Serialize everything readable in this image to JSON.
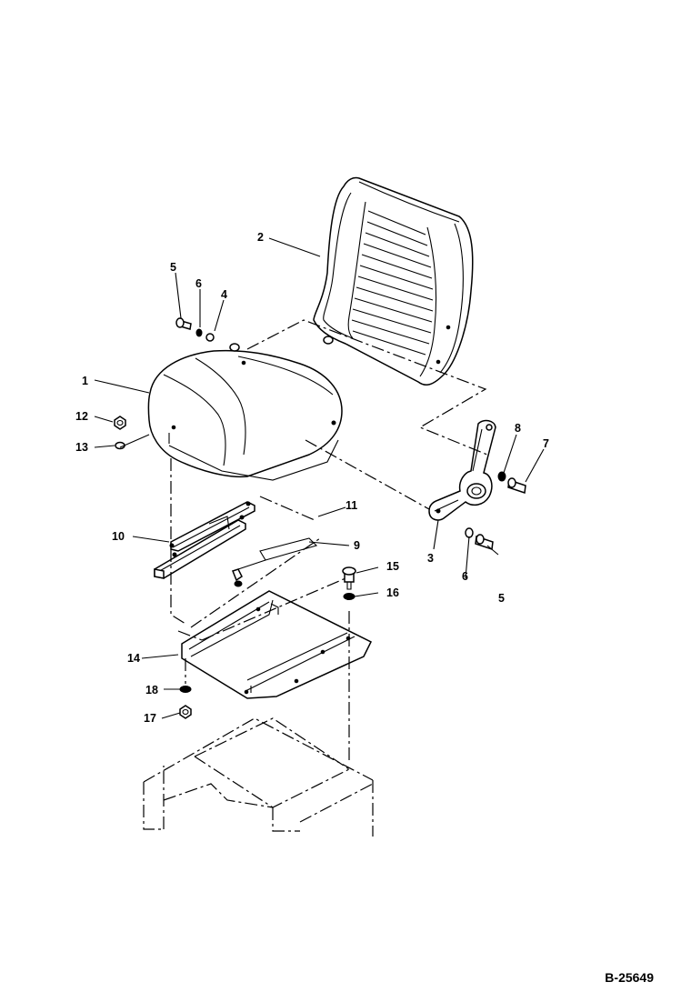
{
  "drawing_number": "B-25649",
  "callouts": [
    {
      "id": "c1",
      "label": "1"
    },
    {
      "id": "c2",
      "label": "2"
    },
    {
      "id": "c3",
      "label": "3"
    },
    {
      "id": "c4",
      "label": "4"
    },
    {
      "id": "c5a",
      "label": "5"
    },
    {
      "id": "c5b",
      "label": "5"
    },
    {
      "id": "c6a",
      "label": "6"
    },
    {
      "id": "c6b",
      "label": "6"
    },
    {
      "id": "c7",
      "label": "7"
    },
    {
      "id": "c8",
      "label": "8"
    },
    {
      "id": "c9",
      "label": "9"
    },
    {
      "id": "c10",
      "label": "10"
    },
    {
      "id": "c11",
      "label": "11"
    },
    {
      "id": "c12",
      "label": "12"
    },
    {
      "id": "c13",
      "label": "13"
    },
    {
      "id": "c14",
      "label": "14"
    },
    {
      "id": "c15",
      "label": "15"
    },
    {
      "id": "c16",
      "label": "16"
    },
    {
      "id": "c17",
      "label": "17"
    },
    {
      "id": "c18",
      "label": "18"
    }
  ]
}
